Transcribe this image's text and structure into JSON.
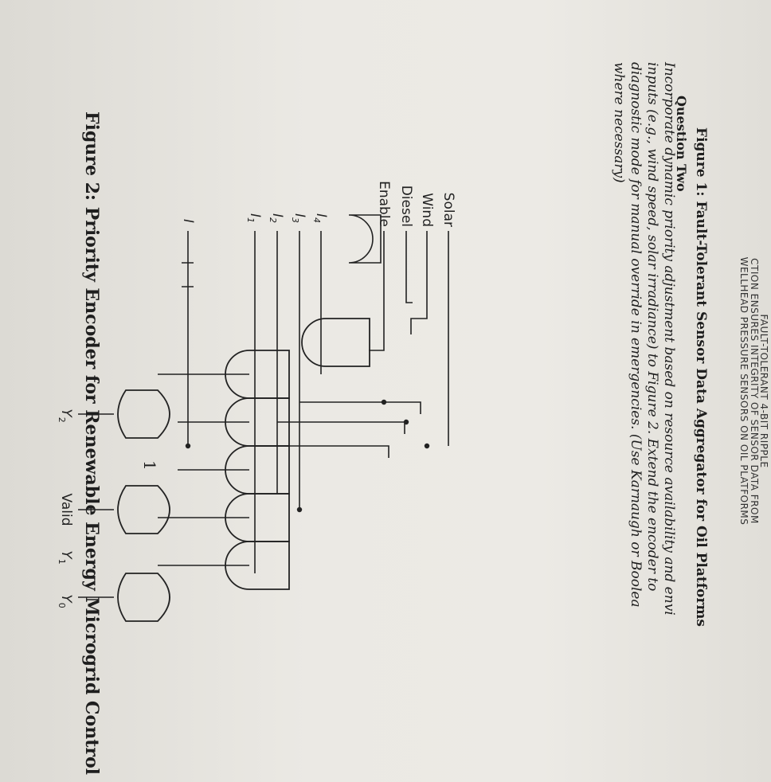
{
  "header": {
    "line1": "FAULT-TOLERANT 4-BIT RIPPLE",
    "line2": "CTION ENSURES INTEGRITY OF SENSOR DATA FROM",
    "line3": "WELLHEAD PRESSURE SENSORS ON OIL PLATFORMS"
  },
  "figure1": {
    "caption": "Figure 1: Fault-Tolerant Sensor Data Aggregator for Oil Platforms"
  },
  "question": {
    "title": "Question Two",
    "lines": [
      "Incorporate dynamic priority adjustment based on resource availability and envi",
      "inputs (e.g., wind speed, solar irradiance) to Figure 2. Extend the encoder to",
      "diagnostic mode for manual override in emergencies. (Use Karnaugh or Boolea",
      "where necessary)"
    ]
  },
  "circuit": {
    "inputs": {
      "solar": "Solar",
      "wind": "Wind",
      "diesel": "Diesel",
      "enable": "Enable"
    },
    "signals": {
      "i4": "I",
      "i4_sub": "4",
      "i3": "I",
      "i3_sub": "3",
      "i2": "I",
      "i2_sub": "2",
      "i1": "I",
      "i1_sub": "1",
      "i": "I"
    },
    "outputs": {
      "y2": "Y",
      "y2_sub": "2",
      "valid": "Valid",
      "y1": "Y",
      "y1_sub": "1",
      "y0": "Y",
      "y0_sub": "0"
    }
  },
  "figure2": {
    "caption": "Figure 2: Priority Encoder for Renewable Energy Microgrid Control"
  },
  "page_number": "1"
}
